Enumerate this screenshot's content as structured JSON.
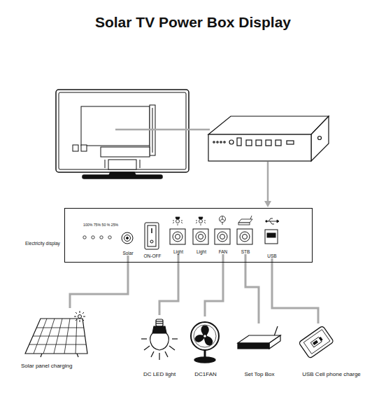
{
  "diagram": {
    "title": "Solar TV Power Box Display",
    "nodes": [
      {
        "text": [
          "100% 75% 50 % 25%"
        ]
      },
      {
        "text": [
          "Solar"
        ],
        "in": 0
      },
      {
        "text": [
          "ON-OFF"
        ],
        "in": 0
      },
      {
        "text": [
          "Light"
        ],
        "in": 0
      },
      {
        "text": [
          "Light"
        ],
        "in": 0
      },
      {
        "text": [
          "FAN"
        ],
        "in": 0
      },
      {
        "text": [
          "STB"
        ],
        "in": 0
      },
      {
        "text": [
          "USB"
        ],
        "in": 0
      },
      {
        "text": [
          "Solar panel charging"
        ]
      },
      {
        "text": [
          "DC LED light"
        ]
      },
      {
        "text": [
          "DC1FAN"
        ]
      },
      {
        "text": [
          "Set Top Box"
        ]
      },
      {
        "text": [
          "USB Cell phone charge"
        ]
      }
    ],
    "edges": [
      {
        "from": 1,
        "to": 8,
        "arrow": "none"
      },
      {
        "from": 3,
        "to": 9,
        "arrow": "none"
      },
      {
        "from": 5,
        "to": 10,
        "arrow": "none"
      },
      {
        "from": 6,
        "to": 11,
        "arrow": "none"
      },
      {
        "from": 7,
        "to": 12,
        "arrow": "none"
      }
    ],
    "labels": [
      "Electricity display"
    ]
  }
}
